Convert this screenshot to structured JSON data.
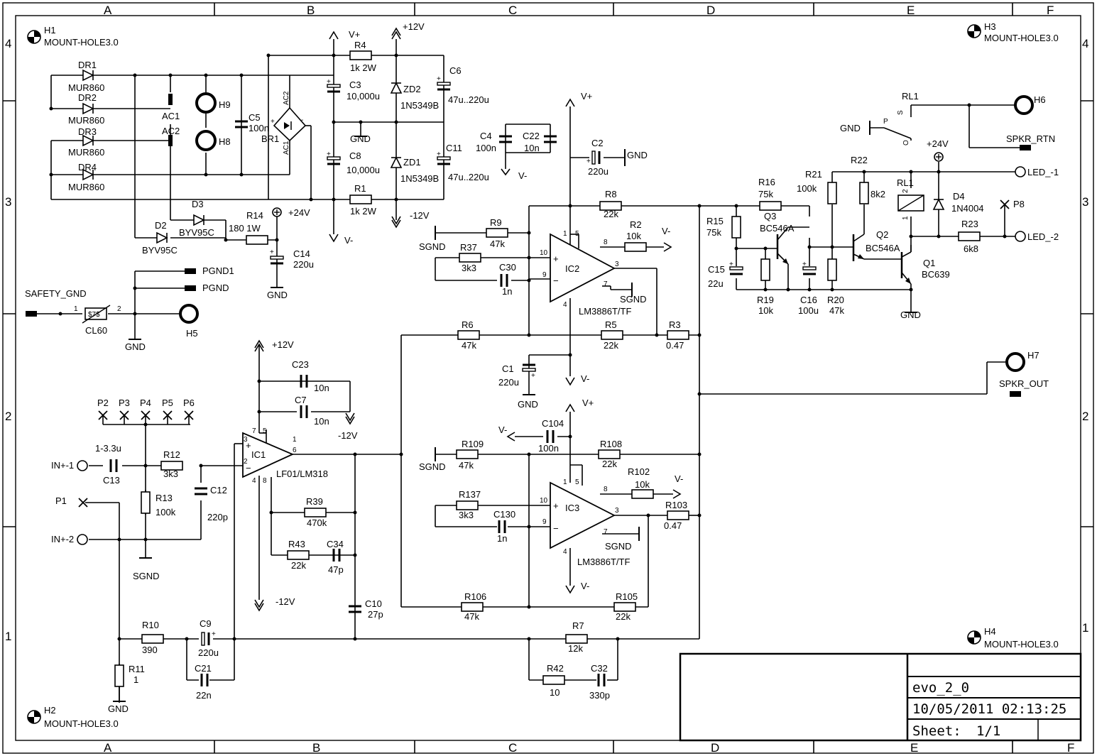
{
  "frame": {
    "columns": [
      "A",
      "B",
      "C",
      "D",
      "E",
      "F"
    ],
    "rows": [
      "4",
      "3",
      "2",
      "1"
    ]
  },
  "title_block": {
    "name": "evo_2_0",
    "datetime": "10/05/2011 02:13:25",
    "sheet_label": "Sheet:",
    "sheet_value": "1/1"
  },
  "mount_holes": [
    {
      "ref": "H1",
      "value": "MOUNT-HOLE3.0"
    },
    {
      "ref": "H2",
      "value": "MOUNT-HOLE3.0"
    },
    {
      "ref": "H3",
      "value": "MOUNT-HOLE3.0"
    },
    {
      "ref": "H4",
      "value": "MOUNT-HOLE3.0"
    }
  ],
  "labels": {
    "dr1": "DR1",
    "dr1v": "MUR860",
    "dr2": "DR2",
    "dr2v": "MUR860",
    "dr3": "DR3",
    "dr3v": "MUR860",
    "dr4": "DR4",
    "dr4v": "MUR860",
    "ac1": "AC1",
    "ac2": "AC2",
    "h9": "H9",
    "h8": "H8",
    "c5": "C5",
    "c5v": "100n",
    "br1": "BR1",
    "br_ac2": "AC2",
    "br_ac1": "AC1",
    "br_plus": "+",
    "br_minus": "-",
    "d3": "D3",
    "d3v": "BYV95C",
    "d2": "D2",
    "d2v": "BYV95C",
    "r14": "R14",
    "r14v": "180 1W",
    "p24a": "+24V",
    "c14": "C14",
    "c14v": "220u",
    "gnd_c14": "GND",
    "vplus_top": "V+",
    "r4": "R4",
    "r4v": "1k 2W",
    "c3": "C3",
    "c3v": "10,000u",
    "gnd_mid": "GND",
    "c8": "C8",
    "c8v": "10,000u",
    "r1": "R1",
    "r1v": "1k 2W",
    "vminus_pwr": "V-",
    "p12_top": "+12V",
    "zd2": "ZD2",
    "zd2v": "1N5349B",
    "zd1": "ZD1",
    "zd1v": "1N5349B",
    "m12_pwr": "-12V",
    "c6": "C6",
    "c6v": "47u..220u",
    "c11": "C11",
    "c11v": "47u..220u",
    "c4": "C4",
    "c4v": "100n",
    "c22": "C22",
    "c22v": "10n",
    "vminus_c4": "V-",
    "vplus_ic2": "V+",
    "c2": "C2",
    "c2v": "220u",
    "gnd_c2": "GND",
    "pgnd1": "PGND1",
    "pgnd": "PGND",
    "safety": "SAFETY_GND",
    "cl60": "CL60",
    "cl_1": "1",
    "cl_2": "2",
    "cl_body": "$7$",
    "gnd_cl": "GND",
    "h5": "H5",
    "r8": "R8",
    "r8v": "22k",
    "r9": "R9",
    "r9v": "47k",
    "sgnd_r9": "SGND",
    "r37": "R37",
    "r37v": "3k3",
    "c30": "C30",
    "c30v": "1n",
    "r2": "R2",
    "r2v": "10k",
    "vminus_r2": "V-",
    "ic2": "IC2",
    "ic2v": "LM3886T/TF",
    "sgnd_ic2": "SGND",
    "p1": "1",
    "p5": "5",
    "p10": "10",
    "p9": "9",
    "p8": "8",
    "p3": "3",
    "p7": "7",
    "p4": "4",
    "r6": "R6",
    "r6v": "47k",
    "r5": "R5",
    "r5v": "22k",
    "r3": "R3",
    "r3v": "0.47",
    "c1": "C1",
    "c1v": "220u",
    "gnd_c1": "GND",
    "vminus_ic2": "V-",
    "p12_ic1": "+12V",
    "c23": "C23",
    "c23v": "10n",
    "c7": "C7",
    "c7v": "10n",
    "m12_c7": "-12V",
    "p2l": "P2",
    "p3l": "P3",
    "p4l": "P4",
    "p5l": "P5",
    "p6l": "P6",
    "in1": "IN+-1",
    "c13": "C13",
    "c13v": "1-3.3u",
    "r12": "R12",
    "r12v": "3k3",
    "c12": "C12",
    "c12v": "220p",
    "r13": "R13",
    "r13v": "100k",
    "sgnd_r13": "SGND",
    "p1l": "P1",
    "in2": "IN+-2",
    "ic1": "IC1",
    "ic1v": "LF01/LM318",
    "ic1_p7": "7",
    "ic1_p5": "5",
    "ic1_p1": "1",
    "ic1_p3": "3",
    "ic1_p2": "2",
    "ic1_p6": "6",
    "ic1_p4": "4",
    "ic1_p8": "8",
    "r39": "R39",
    "r39v": "470k",
    "r43": "R43",
    "r43v": "22k",
    "c34": "C34",
    "c34v": "47p",
    "m12_ic1": "-12V",
    "c10": "C10",
    "c10v": "27p",
    "r10": "R10",
    "r10v": "390",
    "c9": "C9",
    "c9v": "220u",
    "c21": "C21",
    "c21v": "22n",
    "r11": "R11",
    "r11v": "1",
    "gnd_r11": "GND",
    "vplus_ic3": "V+",
    "vminus_c104": "V-",
    "c104": "C104",
    "c104v": "100n",
    "r109": "R109",
    "r109v": "47k",
    "sgnd_r109": "SGND",
    "r108": "R108",
    "r108v": "22k",
    "r102": "R102",
    "r102v": "10k",
    "vminus_r102": "V-",
    "r137": "R137",
    "r137v": "3k3",
    "c130": "C130",
    "c130v": "1n",
    "ic3": "IC3",
    "ic3v": "LM3886T/TF",
    "r103": "R103",
    "r103v": "0.47",
    "sgnd_ic3": "SGND",
    "vminus_ic3": "V-",
    "r106": "R106",
    "r106v": "47k",
    "r105": "R105",
    "r105v": "22k",
    "r7": "R7",
    "r7v": "12k",
    "r42": "R42",
    "r42v": "10",
    "c32": "C32",
    "c32v": "330p",
    "q3_p1": "1",
    "q3_p5": "5",
    "q3_p10": "10",
    "q3_p9": "9",
    "q3_p8": "8",
    "q3_p3": "3",
    "q3_p7": "7",
    "q3_p4": "4",
    "rl1": "RL1",
    "rl_p": "P",
    "rl_s": "S",
    "rl_o": "O",
    "gnd_rl": "GND",
    "h6": "H6",
    "spkr_rtn": "SPKR_RTN",
    "p24b": "+24V",
    "r22": "R22",
    "r22v": "8k2",
    "r21": "R21",
    "r21v": "100k",
    "r16": "R16",
    "r16v": "75k",
    "q3": "Q3",
    "q3v": "BC546A",
    "r15": "R15",
    "r15v": "75k",
    "q2": "Q2",
    "q2v": "BC546A",
    "q1": "Q1",
    "q1v": "BC639",
    "c15": "C15",
    "c15v": "22u",
    "r19": "R19",
    "r19v": "10k",
    "c16": "C16",
    "c16v": "100u",
    "r20": "R20",
    "r20v": "47k",
    "gnd_q1": "GND",
    "rl1_coil": "RL1",
    "rl_2": "2",
    "rl_1": "1",
    "d4": "D4",
    "d4v": "1N4004",
    "p8l": "P8",
    "r23": "R23",
    "r23v": "6k8",
    "led1": "LED_-1",
    "led2": "LED_-2",
    "h7": "H7",
    "spkr_out": "SPKR_OUT"
  }
}
